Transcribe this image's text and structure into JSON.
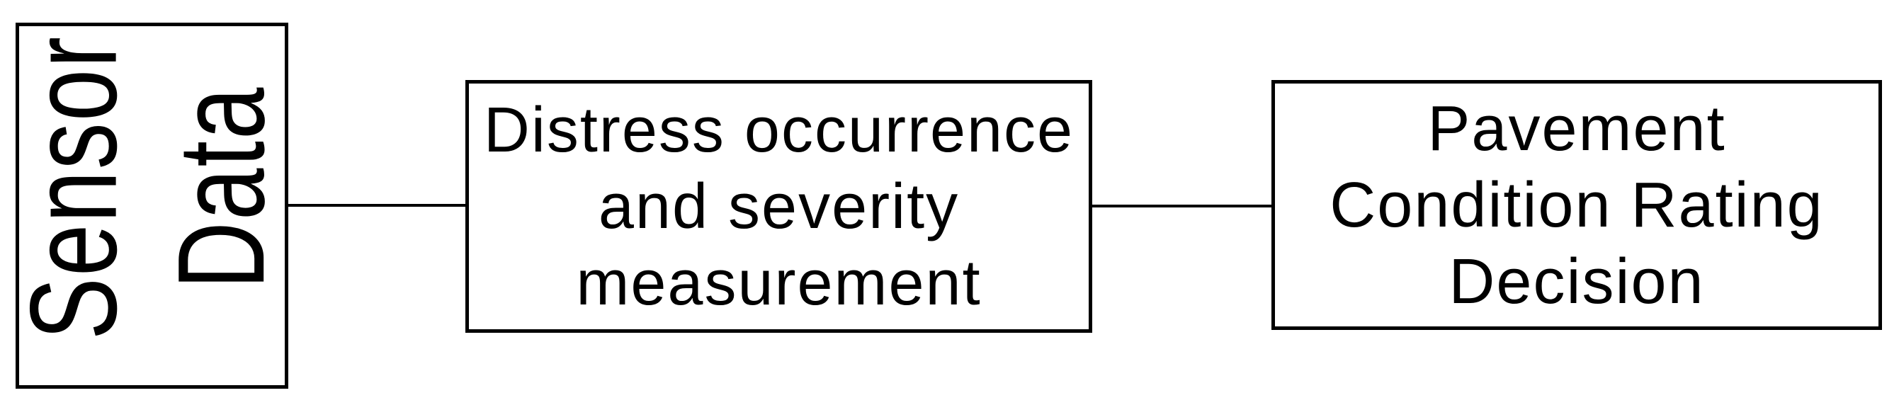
{
  "diagram": {
    "background_color": "#ffffff",
    "line_color": "#000000",
    "nodes": [
      {
        "id": "sensor-data",
        "label_lines": [
          "Sensor",
          "Data"
        ],
        "text_orientation": "rotated-90-ccw"
      },
      {
        "id": "distress-measurement",
        "label_lines": [
          "Distress occurrence",
          "and severity",
          "measurement"
        ],
        "text_orientation": "horizontal"
      },
      {
        "id": "pavement-condition-rating",
        "label_lines": [
          "Pavement",
          "Condition Rating",
          "Decision"
        ],
        "text_orientation": "horizontal"
      }
    ],
    "connectors": [
      {
        "from": "sensor-data",
        "to": "distress-measurement"
      },
      {
        "from": "distress-measurement",
        "to": "pavement-condition-rating"
      }
    ]
  }
}
